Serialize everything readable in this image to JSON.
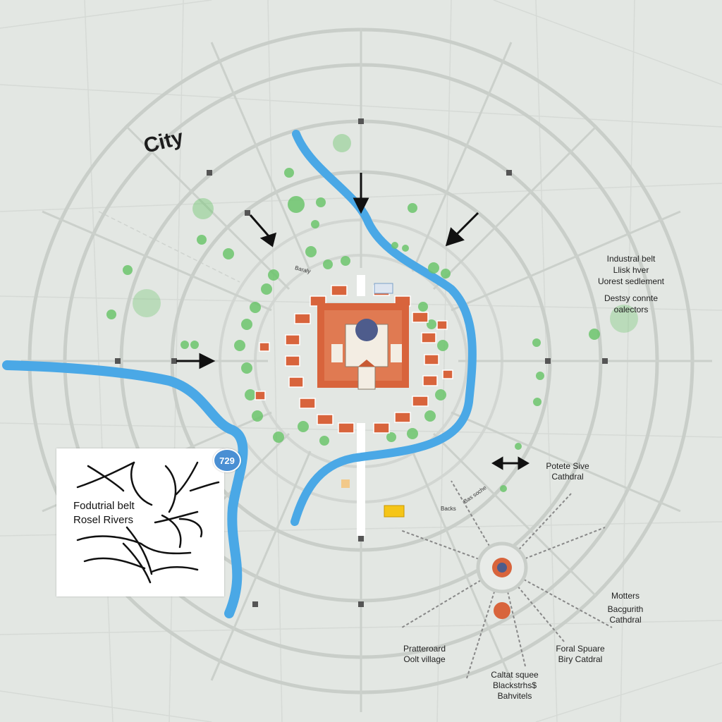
{
  "map": {
    "title": "City",
    "colors": {
      "background": "#e3e7e3",
      "ring": "#c9cec9",
      "river": "#4aa8e6",
      "green": "#6cc56c",
      "roof": "#d8643c"
    },
    "legend_top_right": {
      "line1": "Industral belt",
      "line2": "Llisk hver",
      "line3": "Uorest sedlement",
      "line4": "Destsy connte",
      "line5": "oalectors"
    },
    "label_right_mid": {
      "line1": "Potete Sive",
      "line2": "Cathdral"
    },
    "label_right_lower": {
      "line1": "Motters",
      "line2": "Bacgurith",
      "line3": "Cathdral"
    },
    "label_bottom_right": {
      "line1": "Foral Spuare",
      "line2": "Biry Catdral"
    },
    "label_bottom_center": {
      "line1": "Caltat squee",
      "line2": "Blackstrhs$",
      "line3": "Bahvitels"
    },
    "label_bottom_left": {
      "line1": "Pratteroard",
      "line2": "Oolt village"
    },
    "poster": {
      "line1": "Fodutrial belt",
      "line2": "Rosel Rivers"
    },
    "badge": "729",
    "small_signs": {
      "sign1": "Baraly",
      "sign2": "Backs",
      "sign3": "Bas soche"
    }
  }
}
